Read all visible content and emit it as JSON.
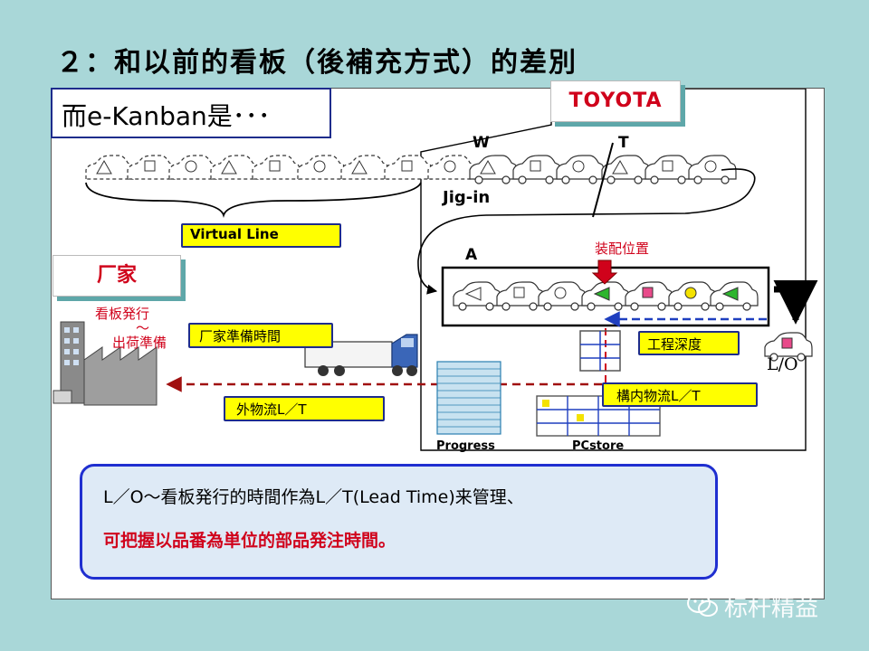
{
  "title": "２：和以前的看板（後補充方式）的差別",
  "heading": "而e-Kanban是･･･",
  "toyota_label": "TOYOTA",
  "maker_label": "厂家",
  "labels": {
    "virtual_line": "Virtual  Line",
    "jig_in": "Jig-in",
    "w": "W",
    "t": "T",
    "a": "A",
    "assembly_position": "装配位置",
    "kanban_issue_1": "看板発行",
    "kanban_issue_2": "～",
    "kanban_issue_3": "出荷準備",
    "maker_prep_time": "厂家準備時間",
    "external_lt": "外物流L／T",
    "process_depth": "工程深度",
    "internal_lt": "構内物流L／T",
    "lo": "L/O",
    "progress": "Progress",
    "pcstore": "PCstore"
  },
  "note": {
    "line1": "L／O～看板発行的時間作為L／T(Lead Time)来管理、",
    "line2": "可把握以品番為単位的部品発注時間。"
  },
  "watermark": "标杆精益",
  "colors": {
    "background": "#a9d7d8",
    "label_fill": "#ffff00",
    "accent_red": "#d0021b",
    "border_blue": "#1e2c8c"
  }
}
